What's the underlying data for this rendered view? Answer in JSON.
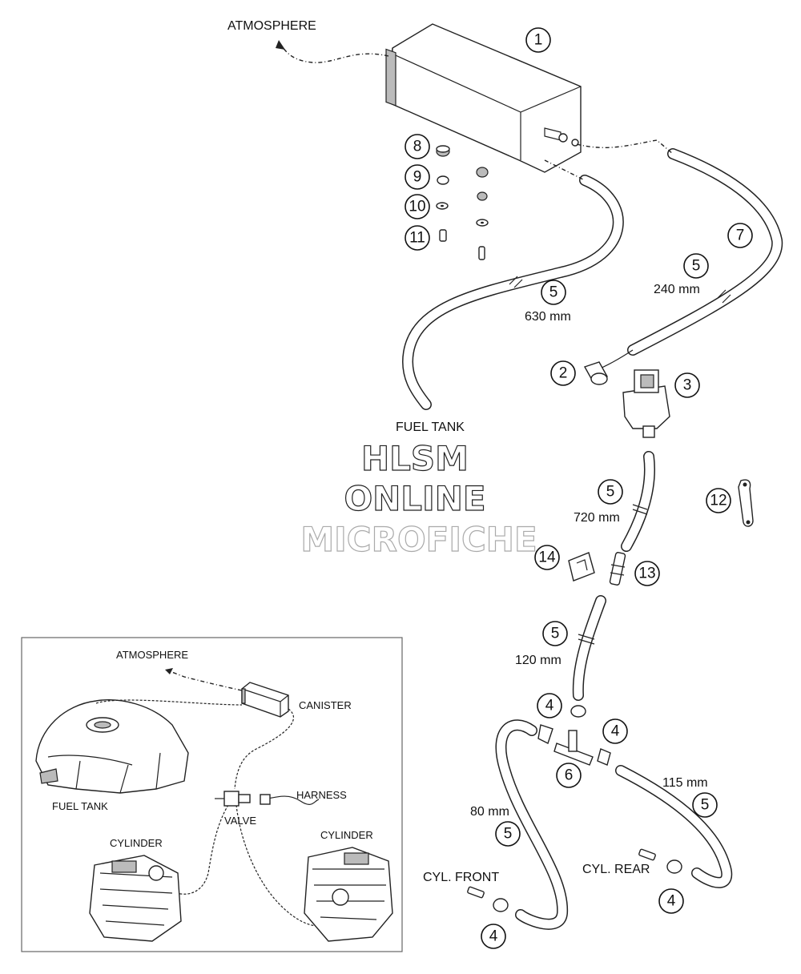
{
  "labels": {
    "atmosphere": "ATMOSPHERE",
    "fuel_tank": "FUEL TANK",
    "cyl_front": "CYL. FRONT",
    "cyl_rear": "CYL. REAR"
  },
  "lengths": {
    "h630": "630 mm",
    "h240": "240 mm",
    "h720": "720 mm",
    "h120": "120 mm",
    "h115": "115 mm",
    "h80": "80 mm"
  },
  "callouts": {
    "c1": "1",
    "c2": "2",
    "c3": "3",
    "c4a": "4",
    "c4b": "4",
    "c4c": "4",
    "c4d": "4",
    "c5a": "5",
    "c5b": "5",
    "c5c": "5",
    "c5d": "5",
    "c5e": "5",
    "c5f": "5",
    "c6": "6",
    "c7": "7",
    "c8": "8",
    "c9": "9",
    "c10": "10",
    "c11": "11",
    "c12": "12",
    "c13": "13",
    "c14": "14"
  },
  "watermark": {
    "line1": "HLSM",
    "line2": "ONLINE",
    "line3": "MICROFICHE"
  },
  "inset": {
    "atmosphere": "ATMOSPHERE",
    "canister": "CANISTER",
    "fuel_tank": "FUEL TANK",
    "harness": "HARNESS",
    "valve": "VALVE",
    "cylinder_left": "CYLINDER",
    "cylinder_right": "CYLINDER"
  }
}
